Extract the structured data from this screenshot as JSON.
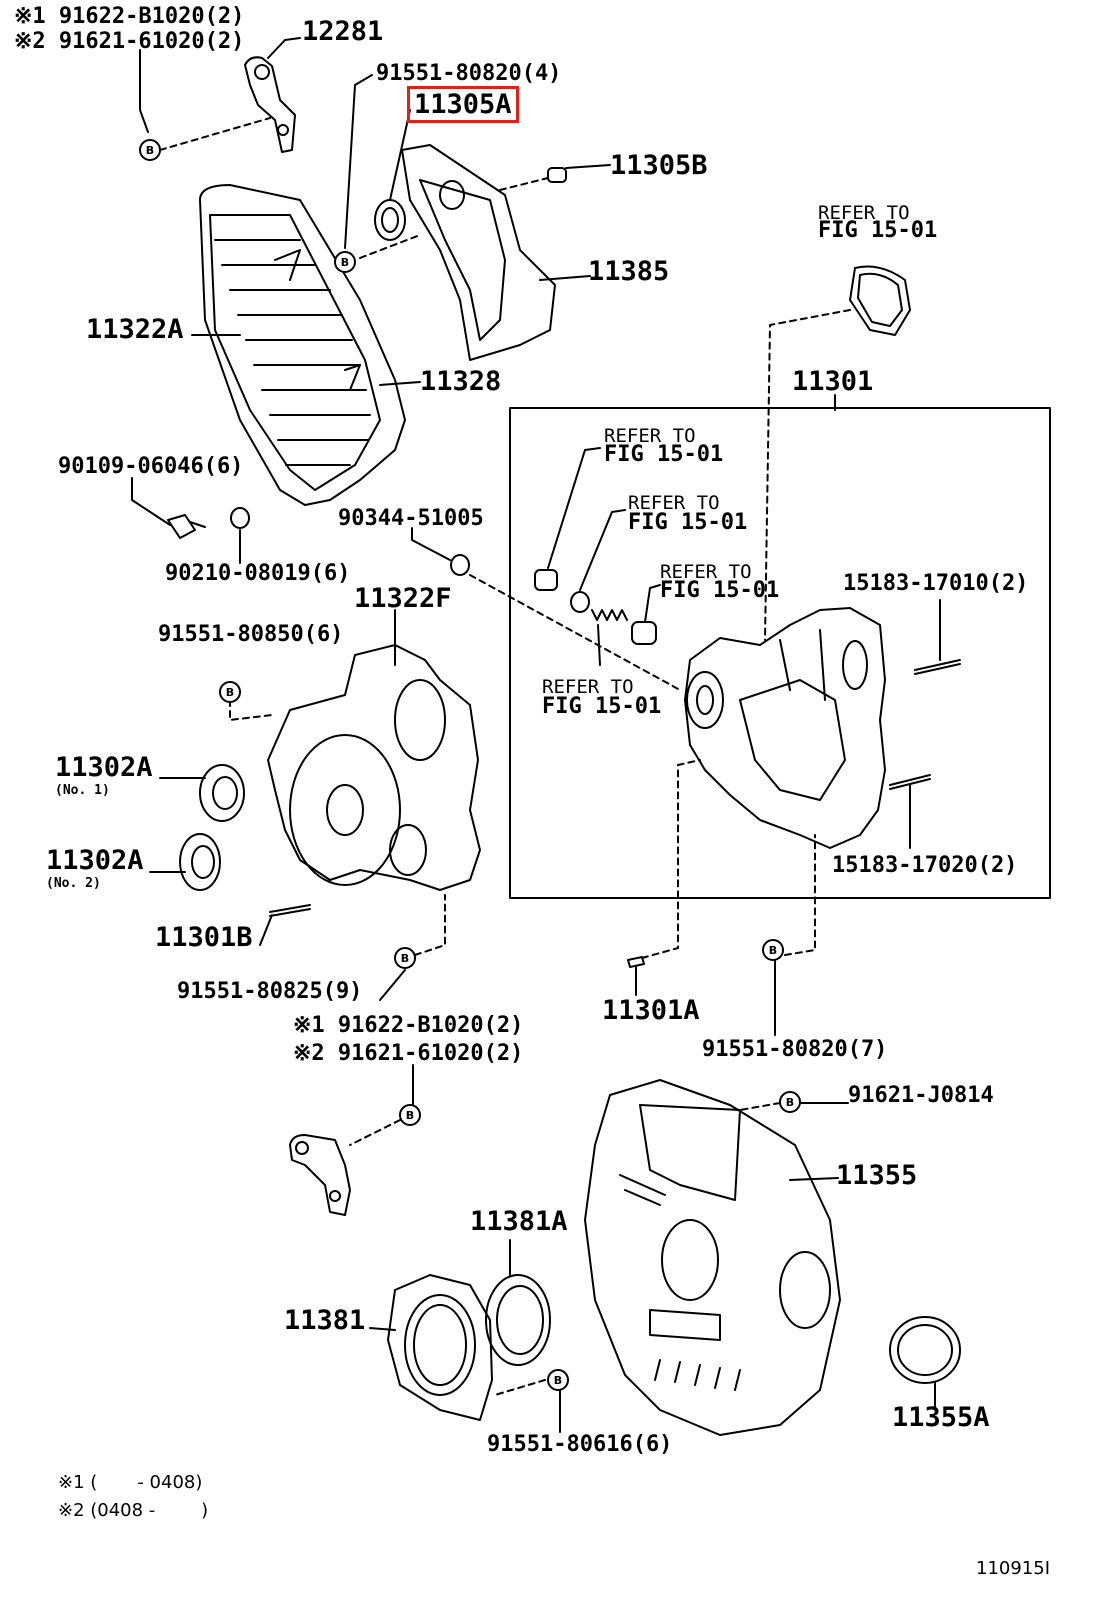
{
  "labels": {
    "c1_a": "※1 91622-B1020(2)",
    "c1_b": "※2 91621-61020(2)",
    "p12281": "12281",
    "p91551_80820_4": "91551-80820(4)",
    "p11305A": "11305A",
    "p11305B": "11305B",
    "p11385": "11385",
    "p11322A": "11322A",
    "p11328": "11328",
    "ref_top_1": "REFER TO",
    "ref_top_2": "FIG 15-01",
    "p11301": "11301",
    "p90109": "90109-06046(6)",
    "p90344": "90344-51005",
    "p90210": "90210-08019(6)",
    "p11322F": "11322F",
    "p91551_80850": "91551-80850(6)",
    "refA_1": "REFER TO",
    "refA_2": "FIG 15-01",
    "refB_1": "REFER TO",
    "refB_2": "FIG 15-01",
    "refC_1": "REFER TO",
    "refC_2": "FIG 15-01",
    "refD_1": "REFER TO",
    "refD_2": "FIG 15-01",
    "p15183_17010": "15183-17010(2)",
    "p15183_17020": "15183-17020(2)",
    "p11302A_1": "11302A",
    "p11302A_1_sub": "(No. 1)",
    "p11302A_2": "11302A",
    "p11302A_2_sub": "(No. 2)",
    "p11301B": "11301B",
    "p91551_80825": "91551-80825(9)",
    "p11301A": "11301A",
    "p91551_80820_7": "91551-80820(7)",
    "c2_a": "※1 91622-B1020(2)",
    "c2_b": "※2 91621-61020(2)",
    "p91621_J0814": "91621-J0814",
    "p11355": "11355",
    "p11381A": "11381A",
    "p11381": "11381",
    "p11355A": "11355A",
    "p91551_80616": "91551-80616(6)",
    "foot1": "※1 (       - 0408)",
    "foot2": "※2 (0408 -        )",
    "fig_id": "110915I",
    "bolt_letter": "B"
  },
  "colors": {
    "ink": "#000000",
    "highlight": "#e0201b",
    "background": "#ffffff"
  }
}
